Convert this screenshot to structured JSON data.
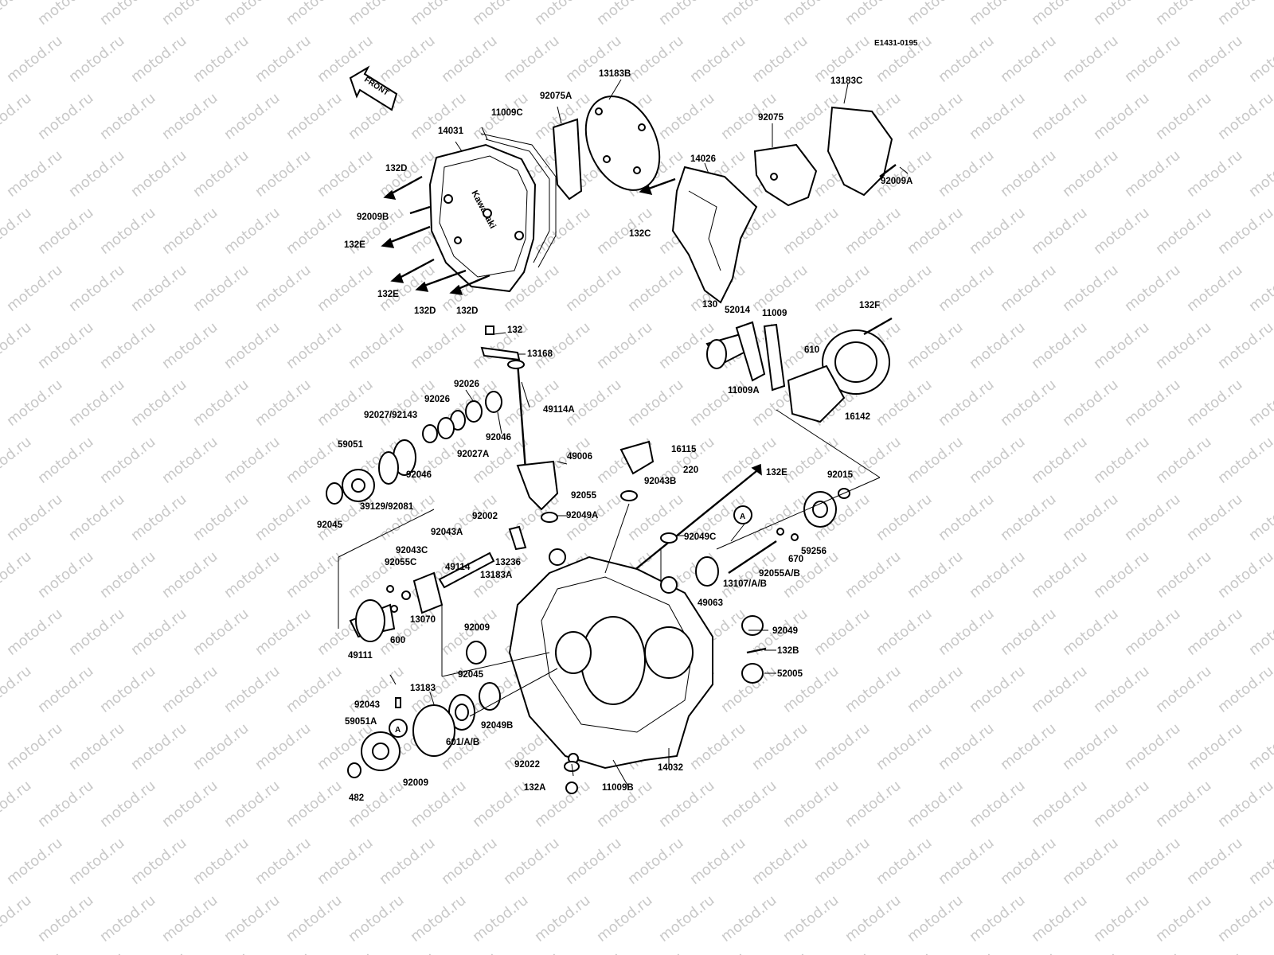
{
  "diagram_code": "E1431-0195",
  "front_label": "FRONT",
  "brand_text": "Kawasaki",
  "circle_marker": "A",
  "watermark": "motod.ru",
  "part_labels": [
    "13183B",
    "92075A",
    "11009C",
    "14031",
    "132D",
    "92009B",
    "132E",
    "132E",
    "132D",
    "132D",
    "13183C",
    "92075",
    "14026",
    "92009A",
    "132C",
    "130",
    "52014",
    "11009",
    "132F",
    "610",
    "11009A",
    "16142",
    "132",
    "13168",
    "92026",
    "92026",
    "92027/92143",
    "49114A",
    "92046",
    "92027A",
    "59051",
    "92046",
    "39129/92081",
    "92045",
    "16115",
    "49006",
    "220",
    "132E",
    "92015",
    "92055",
    "92043B",
    "92049A",
    "92002",
    "92043A",
    "92043C",
    "13236",
    "92055C",
    "49114",
    "13183A",
    "13070",
    "92049C",
    "59256",
    "670",
    "92055A/B",
    "13107/A/B",
    "49063",
    "49111",
    "600",
    "92009",
    "92049",
    "132B",
    "52005",
    "92045",
    "92043",
    "13183",
    "59051A",
    "601/A/B",
    "92049B",
    "482",
    "92009",
    "92022",
    "132A",
    "11009B",
    "14032"
  ]
}
